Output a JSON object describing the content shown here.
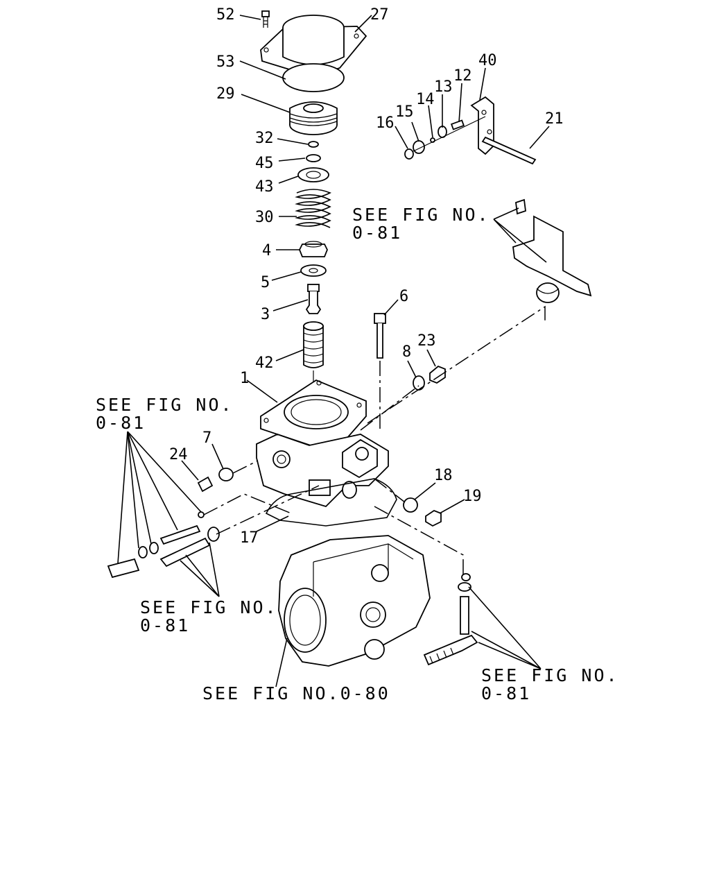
{
  "callouts": [
    "52",
    "27",
    "53",
    "29",
    "32",
    "45",
    "43",
    "30",
    "4",
    "5",
    "3",
    "42",
    "1",
    "6",
    "23",
    "8",
    "7",
    "24",
    "18",
    "19",
    "17",
    "16",
    "15",
    "14",
    "13",
    "12",
    "40",
    "21"
  ],
  "references": {
    "top_right": [
      "SEE FIG NO.",
      "0-81"
    ],
    "left": [
      "SEE FIG NO.",
      "0-81"
    ],
    "left_lower": [
      "SEE FIG NO.",
      "0-81"
    ],
    "bottom_center": "SEE FIG NO.0-80",
    "bottom_right": [
      "SEE FIG NO.",
      "0-81"
    ]
  }
}
